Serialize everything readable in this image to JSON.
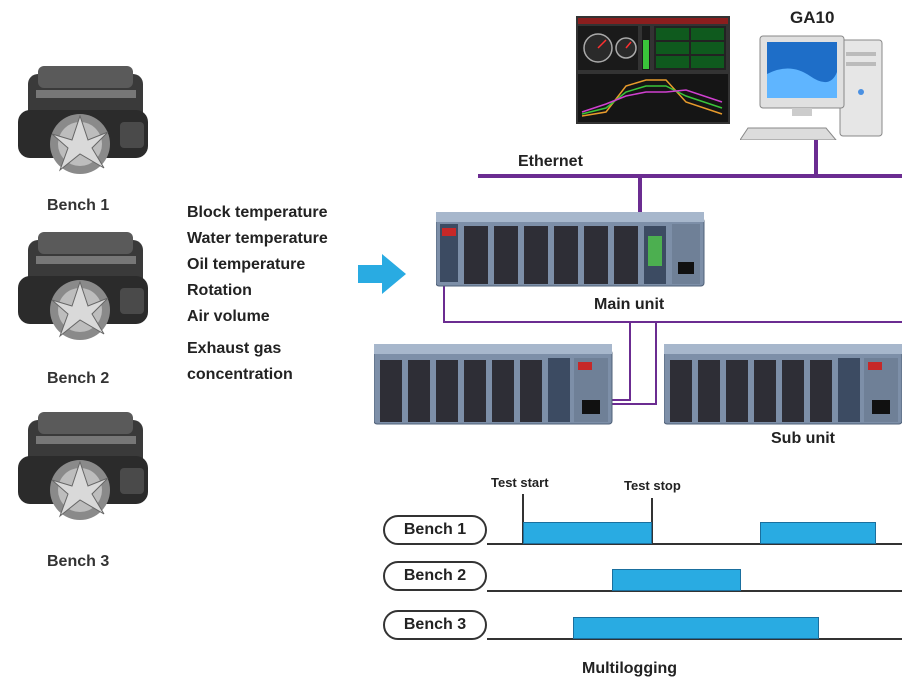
{
  "benches": [
    {
      "label": "Bench 1"
    },
    {
      "label": "Bench 2"
    },
    {
      "label": "Bench 3"
    }
  ],
  "measurements": [
    "Block temperature",
    "Water temperature",
    "Oil temperature",
    "Rotation",
    "Air volume",
    "Exhaust gas",
    "concentration"
  ],
  "network": {
    "software_label": "GA10",
    "ethernet_label": "Ethernet",
    "main_unit_label": "Main unit",
    "sub_unit_label": "Sub unit"
  },
  "timeline": {
    "test_start_label": "Test start",
    "test_stop_label": "Test stop",
    "rows": [
      {
        "label": "Bench 1"
      },
      {
        "label": "Bench 2"
      },
      {
        "label": "Bench 3"
      }
    ],
    "caption": "Multilogging"
  },
  "colors": {
    "network_line": "#6b2c91",
    "arrow": "#29abe2",
    "bar_fill": "#29abe2",
    "unit_body": "#7d8fa8"
  }
}
